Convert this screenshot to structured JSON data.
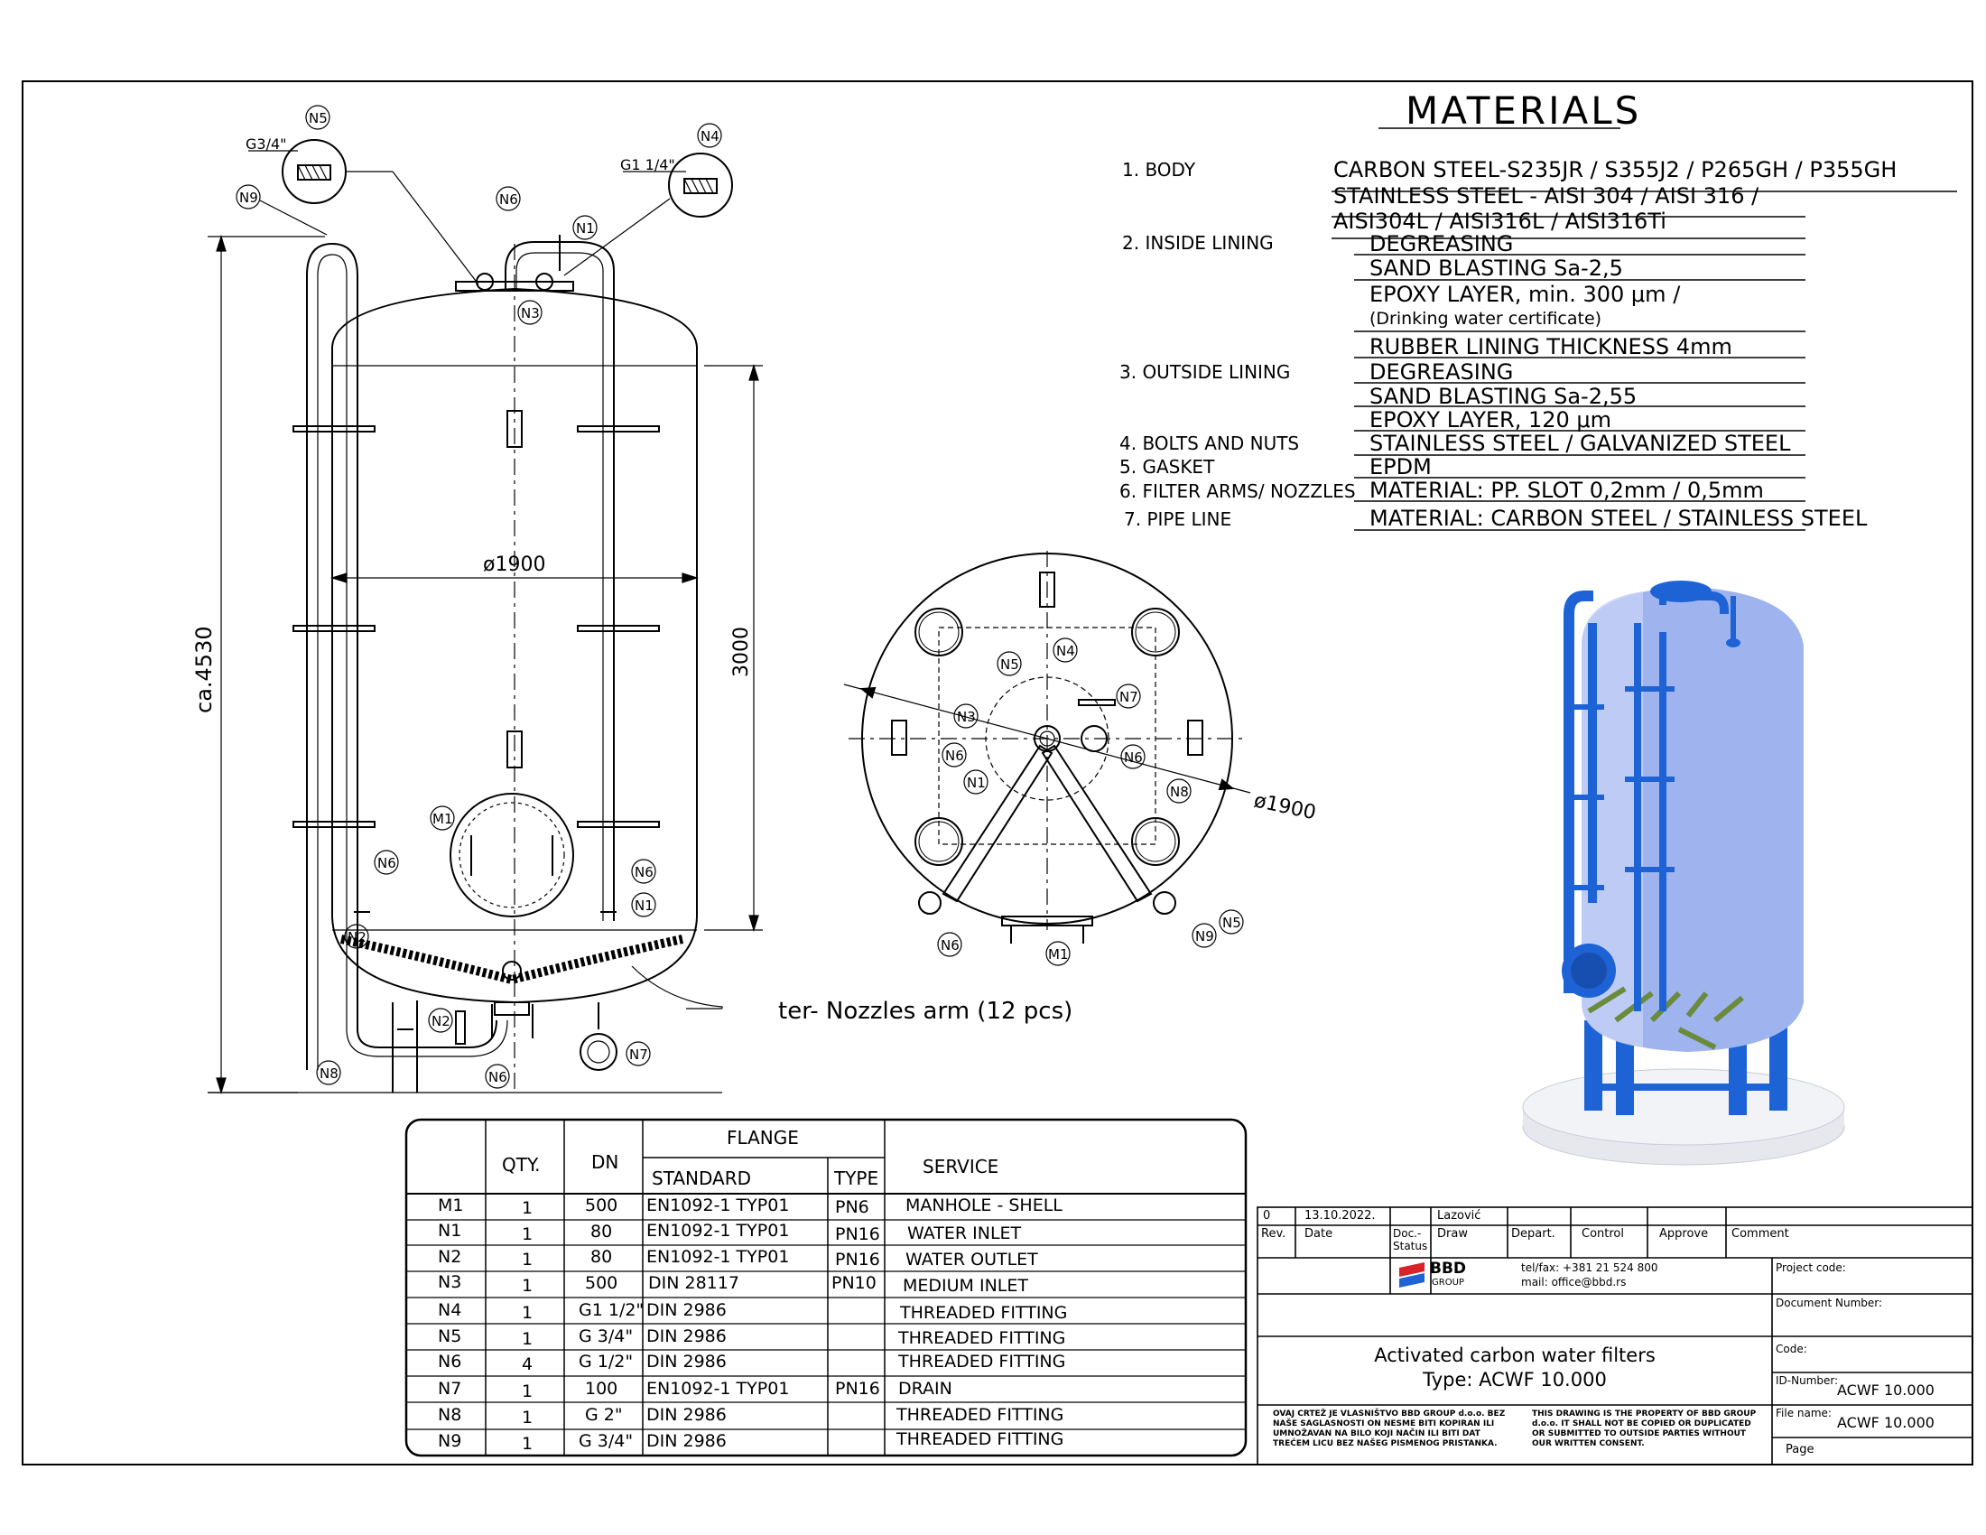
{
  "materials": {
    "title": "MATERIALS",
    "body_label": "1. BODY",
    "body_lines": [
      "CARBON STEEL-S235JR / S355J2 / P265GH / P355GH",
      "STAINLESS STEEL - AISI 304 / AISI 316 /",
      "AISI304L / AISI316L / AISI316Ti"
    ],
    "inside_label": "2. INSIDE LINING",
    "inside_lines": [
      "DEGREASING",
      "SAND BLASTING Sa-2,5",
      "EPOXY LAYER, min. 300 μm /"
    ],
    "inside_note": "(Drinking water certificate)",
    "inside_rubber": "RUBBER LINING THICKNESS 4mm",
    "outside_label": "3. OUTSIDE LINING",
    "outside_lines": [
      "DEGREASING",
      "SAND BLASTING Sa-2,55",
      "EPOXY LAYER, 120 μm"
    ],
    "bolts_label": "4. BOLTS AND NUTS",
    "bolts_value": "STAINLESS STEEL / GALVANIZED STEEL",
    "gasket_label": "5. GASKET",
    "gasket_value": "EPDM",
    "filter_label": "6. FILTER ARMS/ NOZZLES",
    "filter_value": "MATERIAL: PP. SLOT 0,2mm / 0,5mm",
    "pipe_label": "7. PIPE LINE",
    "pipe_value": "MATERIAL: CARBON STEEL / STAINLESS STEEL"
  },
  "drawing": {
    "thread_n5": "G3/4\"",
    "thread_n4": "G1 1/4\"",
    "diameter_front": "ø1900",
    "height_total": "ca.4530",
    "height_shell": "3000",
    "diameter_top": "ø1900",
    "nozzles_note": "ter- Nozzles arm (12 pcs)",
    "tags": {
      "n1": "N1",
      "n2": "N2",
      "n3": "N3",
      "n4": "N4",
      "n5": "N5",
      "n6": "N6",
      "n7": "N7",
      "n8": "N8",
      "n9": "N9",
      "m1": "M1"
    }
  },
  "nozzle_table": {
    "headers": {
      "qty": "QTY.",
      "dn": "DN",
      "flange": "FLANGE",
      "standard": "STANDARD",
      "type": "TYPE",
      "service": "SERVICE"
    },
    "rows": [
      {
        "mark": "M1",
        "qty": "1",
        "dn": "500",
        "standard": "EN1092-1 TYP01",
        "type": "PN6",
        "service": "MANHOLE - SHELL"
      },
      {
        "mark": "N1",
        "qty": "1",
        "dn": "80",
        "standard": "EN1092-1 TYP01",
        "type": "PN16",
        "service": "WATER INLET"
      },
      {
        "mark": "N2",
        "qty": "1",
        "dn": "80",
        "standard": "EN1092-1 TYP01",
        "type": "PN16",
        "service": "WATER OUTLET"
      },
      {
        "mark": "N3",
        "qty": "1",
        "dn": "500",
        "standard": "DIN 28117",
        "type": "PN10",
        "service": "MEDIUM INLET"
      },
      {
        "mark": "N4",
        "qty": "1",
        "dn": "G1 1/2\"",
        "standard": "DIN 2986",
        "type": "",
        "service": "THREADED FITTING"
      },
      {
        "mark": "N5",
        "qty": "1",
        "dn": "G 3/4\"",
        "standard": "DIN 2986",
        "type": "",
        "service": "THREADED FITTING"
      },
      {
        "mark": "N6",
        "qty": "4",
        "dn": "G 1/2\"",
        "standard": "DIN 2986",
        "type": "",
        "service": "THREADED FITTING"
      },
      {
        "mark": "N7",
        "qty": "1",
        "dn": "100",
        "standard": "EN1092-1 TYP01",
        "type": "PN16",
        "service": "DRAIN"
      },
      {
        "mark": "N8",
        "qty": "1",
        "dn": "G 2\"",
        "standard": "DIN 2986",
        "type": "",
        "service": "THREADED FITTING"
      },
      {
        "mark": "N9",
        "qty": "1",
        "dn": "G 3/4\"",
        "standard": "DIN 2986",
        "type": "",
        "service": "THREADED FITTING"
      }
    ]
  },
  "title_block": {
    "rev_value": "0",
    "date_value": "13.10.2022.",
    "draw_value": "Lazović",
    "rev": "Rev.",
    "date": "Date",
    "doc_status": "Doc.-\nStatus",
    "draw": "Draw",
    "depart": "Depart.",
    "control": "Control",
    "approve": "Approve",
    "comment": "Comment",
    "logo": "BBD",
    "logo_sub": "GROUP",
    "telfax": "tel/fax: +381 21 524 800",
    "mail": "mail:  office@bbd.rs",
    "project_code": "Project code:",
    "document_number": "Document Number:",
    "code": "Code:",
    "id_number_label": "ID-Number:",
    "id_number_value": "ACWF 10.000",
    "file_name_label": "File name:",
    "file_name_value": "ACWF 10.000",
    "page": "Page",
    "title_line1": "Activated carbon water filters",
    "title_line2": "Type: ACWF 10.000",
    "notice_sr": "OVAJ CRTEŽ JE VLASNIŠTVO BBD GROUP d.o.o. BEZ NAŠE SAGLASNOSTI ON NESME BITI KOPIRAN ILI UMNOŽAVAN NA BILO KOJI NAČIN ILI BITI DAT TREĆEM LICU BEZ NAŠEG PISMENOG PRISTANKA.",
    "notice_en": "THIS DRAWING IS THE PROPERTY OF BBD GROUP d.o.o. IT SHALL NOT BE COPIED OR DUPLICATED OR SUBMITTED TO OUTSIDE PARTIES WITHOUT OUR WRITTEN CONSENT."
  },
  "colors": {
    "vessel_body": "#9fb4ef",
    "vessel_pipe": "#1e63d6",
    "line": "#000000"
  }
}
